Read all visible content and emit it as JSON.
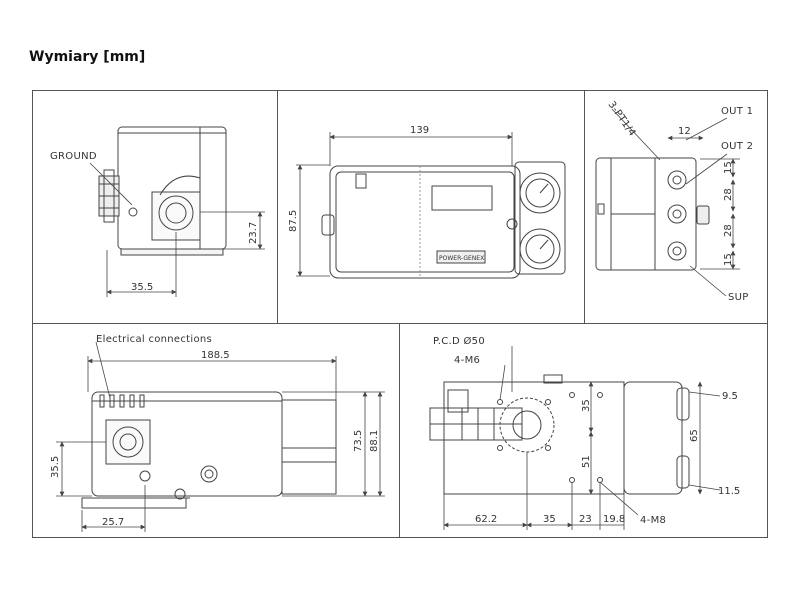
{
  "heading": "Wymiary [mm]",
  "views": {
    "side_left": {
      "label_ground": "GROUND",
      "dim_width": "35.5",
      "dim_height": "23.7"
    },
    "front": {
      "dim_width": "139",
      "dim_height": "87.5",
      "nameplate": "POWER-GENEX"
    },
    "side_right": {
      "label_port": "3-PT1/4",
      "label_out1": "OUT 1",
      "label_out2": "OUT 2",
      "label_sup": "SUP",
      "dim_top": "12",
      "dim_v1": "15",
      "dim_v2": "28",
      "dim_v3": "28",
      "dim_v4": "15"
    },
    "bottom_left": {
      "label_electrical": "Electrical connections",
      "dim_width": "188.5",
      "dim_h1": "73.5",
      "dim_h2": "88.1",
      "dim_left": "35.5",
      "dim_bottom": "25.7"
    },
    "bottom_right": {
      "label_pcd": "P.C.D Ø50",
      "label_m6": "4-M6",
      "label_m8": "4-M8",
      "dim_35v": "35",
      "dim_51": "51",
      "dim_65": "65",
      "dim_95": "9.5",
      "dim_115": "11.5",
      "dim_622": "62.2",
      "dim_35h": "35",
      "dim_23": "23",
      "dim_198": "19.8"
    }
  }
}
